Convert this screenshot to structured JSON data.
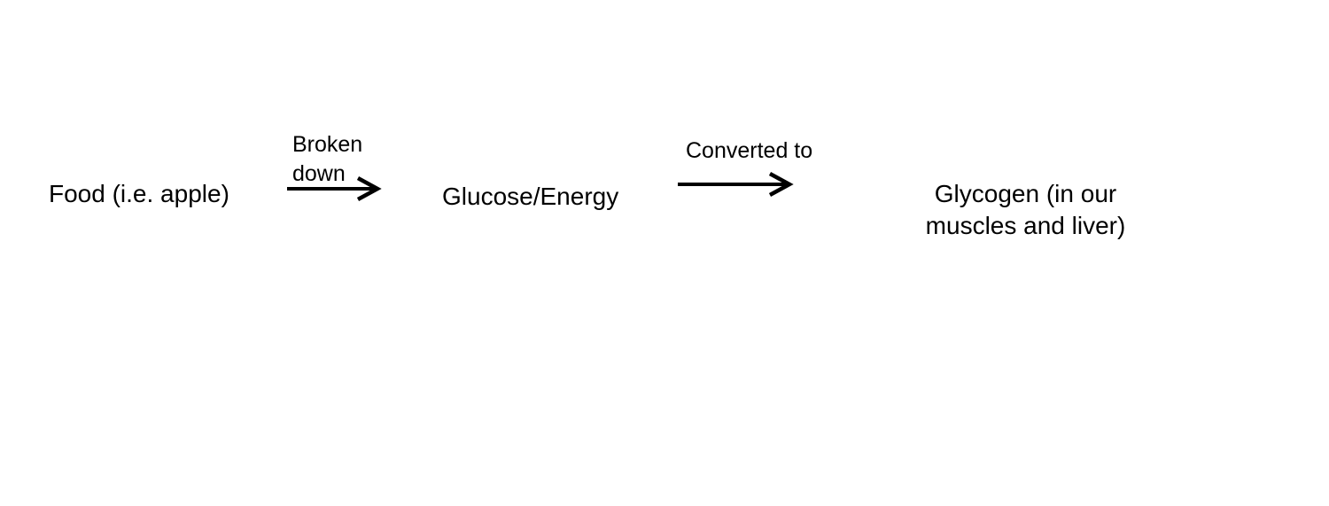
{
  "diagram": {
    "nodes": [
      {
        "id": "food",
        "label": "Food (i.e. apple)"
      },
      {
        "id": "glucose",
        "label": "Glucose/Energy"
      },
      {
        "id": "glycogen",
        "label": "Glycogen (in our muscles and liver)"
      }
    ],
    "edges": [
      {
        "from": "food",
        "to": "glucose",
        "label": "Broken down"
      },
      {
        "from": "glucose",
        "to": "glycogen",
        "label": "Converted to"
      }
    ]
  },
  "colors": {
    "text": "#000000",
    "background": "#ffffff",
    "arrow": "#000000"
  }
}
